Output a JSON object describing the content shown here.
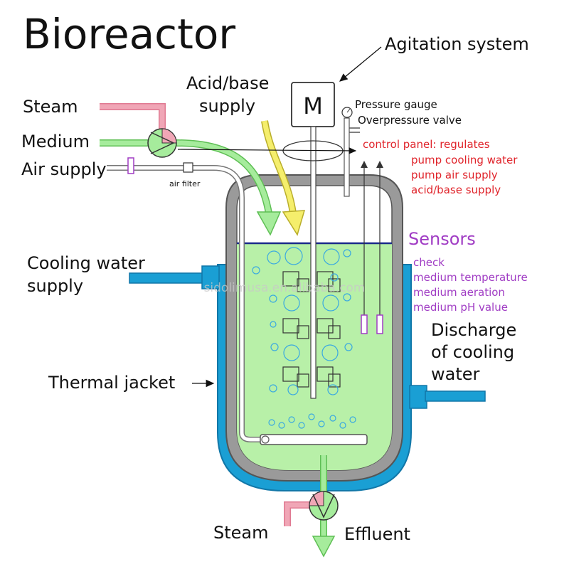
{
  "title": "Bioreactor",
  "labels": {
    "agitation": "Agitation system",
    "motor": "M",
    "acid_base_1": "Acid/base",
    "acid_base_2": "supply",
    "steam_top": "Steam",
    "medium": "Medium",
    "air_supply": "Air supply",
    "air_filter": "air filter",
    "pressure_gauge": "Pressure gauge",
    "overpressure": "Overpressure valve",
    "cooling_supply_1": "Cooling water",
    "cooling_supply_2": "supply",
    "thermal_jacket": "Thermal jacket",
    "discharge_1": "Discharge",
    "discharge_2": "of cooling",
    "discharge_3": "water",
    "steam_bottom": "Steam",
    "effluent": "Effluent",
    "watermark": "sidolimusa.en.alibaba.com"
  },
  "control_panel": {
    "lines": [
      "control panel: regulates",
      "pump cooling water",
      "pump air supply",
      "acid/base supply"
    ]
  },
  "sensors": {
    "heading": "Sensors",
    "lines": [
      "check",
      "medium temperature",
      "medium aeration",
      "medium pH value"
    ]
  },
  "colors": {
    "steam": "#f0a6b6",
    "medium": "#a6ec9c",
    "cooling": "#1a9fd4",
    "vessel_wall": "#9a9a9a",
    "acid_base": "#f5ee6c",
    "control_text": "#e0242b",
    "sensor_text": "#a03cc4",
    "liquid": "#b8f0a8"
  }
}
